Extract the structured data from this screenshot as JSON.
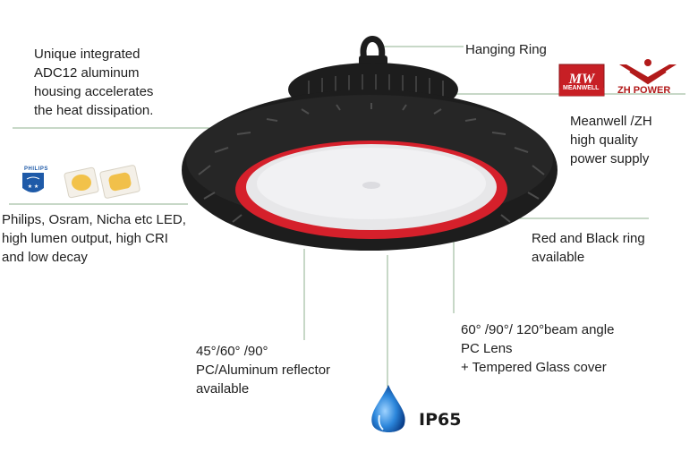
{
  "callouts": {
    "housing": [
      "Unique integrated",
      "ADC12 aluminum",
      "housing accelerates",
      "the heat dissipation."
    ],
    "hanging_ring": [
      "Hanging Ring"
    ],
    "power_supply": [
      "Meanwell /ZH",
      "high quality",
      "power supply"
    ],
    "led": [
      "Philips, Osram, Nicha etc LED,",
      "high lumen output, high CRI",
      "and low decay"
    ],
    "ring": [
      "Red and Black ring",
      "available"
    ],
    "reflector": [
      "45°/60° /90°",
      "PC/Aluminum reflector",
      "available"
    ],
    "lens": [
      "60° /90°/ 120°beam angle",
      "PC Lens",
      "+ Tempered Glass cover"
    ]
  },
  "logos": {
    "philips": "PHILIPS",
    "meanwell": "MEANWELL",
    "zh_power": "ZH POWER"
  },
  "badge": "IP65",
  "colors": {
    "ring_red": "#d5202b",
    "housing_black": "#1d1d1d",
    "leader_green": "#7fa37f",
    "water_blue": "#1e73c8"
  }
}
